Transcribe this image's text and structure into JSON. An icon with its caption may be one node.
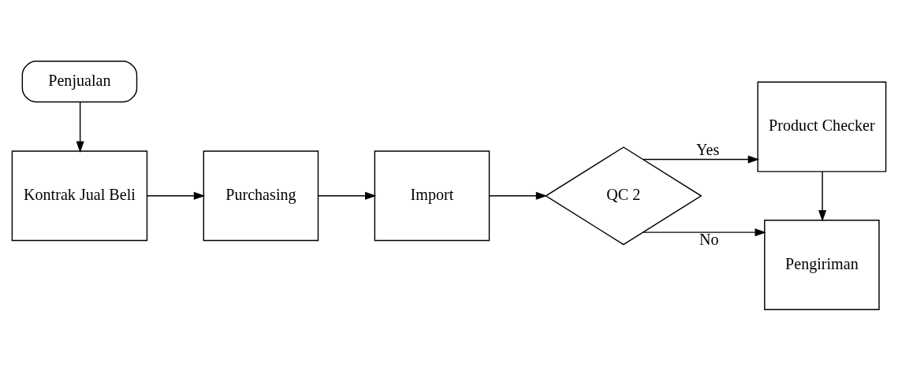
{
  "diagram": {
    "nodes": [
      {
        "text": [
          "Penjualan"
        ]
      },
      {
        "text": [
          "Kontrak Jual Beli"
        ]
      },
      {
        "text": [
          "Purchasing"
        ]
      },
      {
        "text": [
          "Import"
        ]
      },
      {
        "text": [
          "QC 2"
        ]
      },
      {
        "text": [
          "Pengiriman"
        ]
      },
      {
        "text": [
          "Product Checker"
        ]
      }
    ],
    "edges": [
      {
        "from": 0,
        "to": 1,
        "arrow": "to"
      },
      {
        "from": 1,
        "to": 2,
        "arrow": "to"
      },
      {
        "from": 2,
        "to": 3,
        "arrow": "to"
      },
      {
        "from": 3,
        "to": 4,
        "arrow": "to"
      },
      {
        "from": 4,
        "to": 5,
        "arrow": "to",
        "label": "No"
      },
      {
        "from": 4,
        "to": 6,
        "arrow": "to",
        "label": "Yes"
      },
      {
        "from": 6,
        "to": 5,
        "arrow": "to"
      }
    ]
  }
}
